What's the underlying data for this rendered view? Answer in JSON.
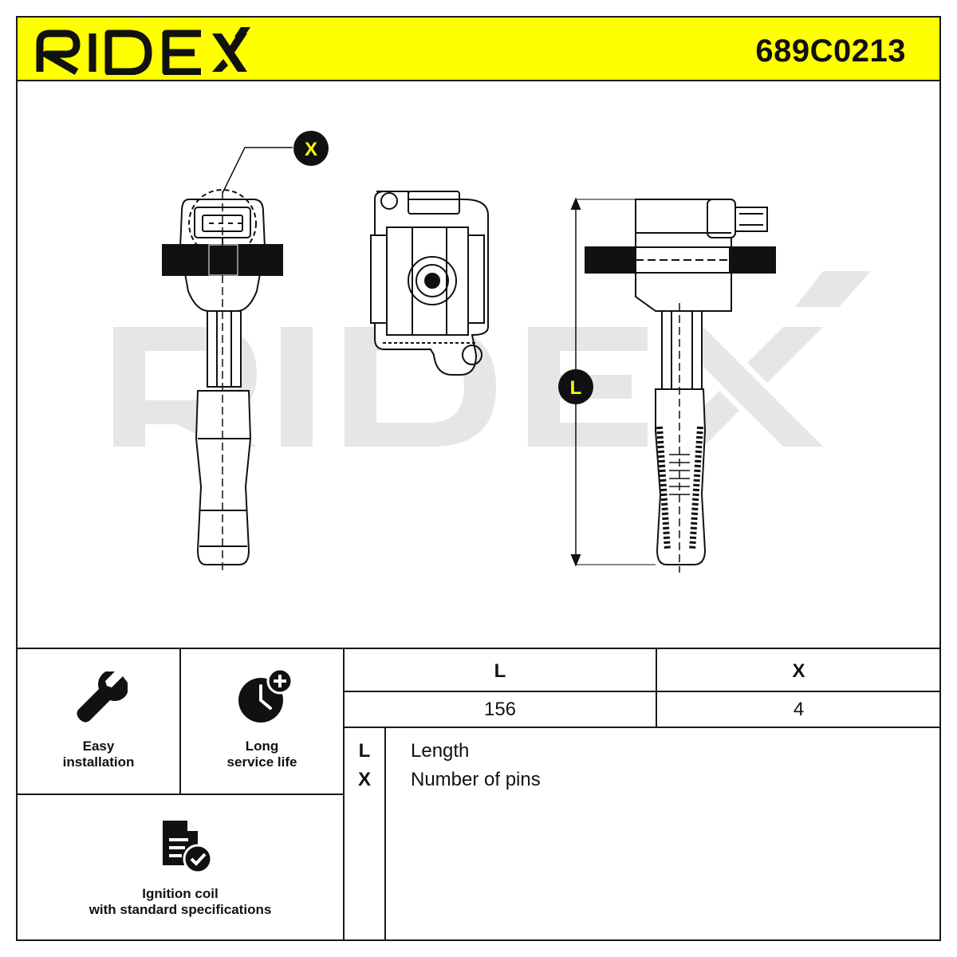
{
  "header": {
    "brand": "RIDEX",
    "part_number": "689C0213",
    "bg_color": "#FFFF00"
  },
  "drawing": {
    "watermark": "RIDEX",
    "callouts": {
      "x": "X",
      "l": "L"
    }
  },
  "features": [
    {
      "icon": "wrench-icon",
      "label_line1": "Easy",
      "label_line2": "installation"
    },
    {
      "icon": "clock-plus-icon",
      "label_line1": "Long",
      "label_line2": "service life"
    },
    {
      "icon": "document-check-icon",
      "label_line1": "Ignition coil",
      "label_line2": "with standard specifications"
    }
  ],
  "spec_table": {
    "headers": [
      "L",
      "X"
    ],
    "values": [
      "156",
      "4"
    ]
  },
  "legend": [
    {
      "key": "L",
      "text": "Length"
    },
    {
      "key": "X",
      "text": "Number of pins"
    }
  ]
}
